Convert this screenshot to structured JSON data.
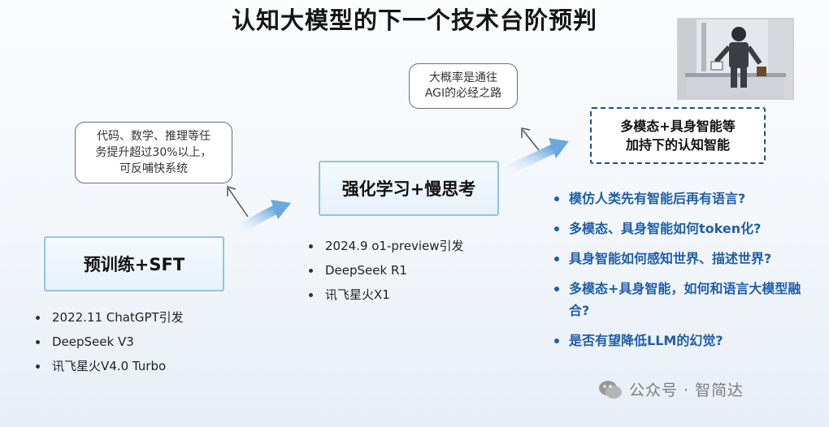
{
  "title": "认知大模型的下一个技术台阶预判",
  "stages": [
    {
      "label": "预训练+SFT",
      "callout": [
        "代码、数学、推理等任",
        "务提升超过30%以上，",
        "可反哺快系统"
      ],
      "bullets": [
        "2022.11 ChatGPT引发",
        "DeepSeek V3",
        "讯飞星火V4.0 Turbo"
      ]
    },
    {
      "label": "强化学习+慢思考",
      "callout": [
        "大概率是通往",
        "AGI的必经之路"
      ],
      "bullets": [
        "2024.9 o1-preview引发",
        "DeepSeek R1",
        "讯飞星火X1"
      ]
    },
    {
      "label_lines": [
        "多模态+具身智能等",
        "加持下的认知智能"
      ],
      "questions": [
        "模仿人类先有智能后再有语言?",
        "多模态、具身智能如何token化?",
        "具身智能如何感知世界、描述世界?",
        "多模态+具身智能，如何和语言大模型融合?",
        "是否有望降低LLM的幻觉?"
      ]
    }
  ],
  "watermark": "公众号 · 智简达",
  "colors": {
    "accent_blue": "#1f5ea8",
    "stage_border": "#8fc4ea",
    "arrow": "#7fb5e2",
    "dashed_border": "#244d82"
  }
}
